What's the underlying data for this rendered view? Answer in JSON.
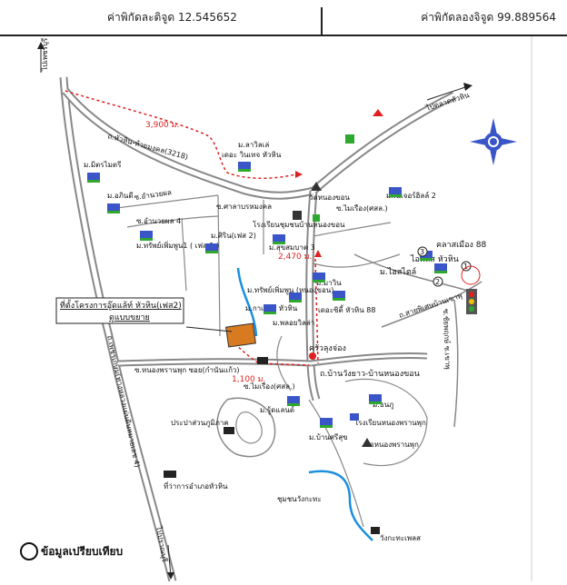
{
  "header": {
    "latitude": "ค่าพิกัดละติจูด 12.545652",
    "longitude": "ค่าพิกัดลองจิจูด 99.889564"
  },
  "map": {
    "labels": {
      "to_phetchaburi": "ไปเพชรบุรี",
      "to_hua_hin_beach": "ไปตลาดหัวหิน",
      "to_pran_buri": "ไปปราณบุรี",
      "dist_3900": "3,900 ม.",
      "dist_2470": "2,470 ม.",
      "dist_1100": "1,100 ม.",
      "road_huahin_huaymongkol": "ถ.หัวหิน-ห้วยมงคล(3218)",
      "road_phetkasem": "ถ.เพชรเกษม(ทางหลวงแผ่นดินหมายเลข 4)",
      "m_mitmaitri": "ม.มิตรไมตรี",
      "m_arkhindi": "ม.อภินดี",
      "soi_amnuayphon": "ซ.อำนวยผล",
      "soi_amnuayphon4": "ซ.อำนวยผล 4",
      "m_thabpheephunsook1": "ม.ทรัพย์เพิ่มพูน1 ( เฟส 1 )",
      "m_laviale": "ม.ลาวิลเล่",
      "m_dehav_vintage": "เดอะ วินเทจ หัวหิน",
      "soi_salabrommamongkol": "ซ.ศาลาบรหมงคล",
      "school_ban_nong_khon": "โรงเรียนชุมชนบ้านหนองขอน",
      "m_sirin_fase2": "ม.ศิริน(เฟส 2)",
      "m_sukamabat3": "ม.สุขสมบาต 3",
      "wat_nong_khon": "วัดหนองขอน",
      "soi_mai_rueang": "ซ.ไมเรือง(ศสล.)",
      "m_nepcherdhills2": "ม.เนเจอร์ฮิลล์ 2",
      "m_thabpheephunsook_nong_khon": "ม.ทรัพย์เพิ่มพูน (หนองขอน)",
      "m_kasasah": "ม.กาเฮ้าส์ หัวหิน",
      "m_pool_villa": "ม.พลอยวิลล่า",
      "m_mawin": "ม.มาวิน",
      "decity_huahin88": "เดอะซิตี้ หัวหิน 88",
      "m_class_huahin88": "คลาสเมือง 88",
      "m_ailas": "ไอพลัส หัวหิน",
      "m_hi_style": "ม.ไฮสไตล์",
      "project_label": "ที่ตั้งโครงการอู๊ดแล้ท์ หัวหิน(เฟส2)",
      "project_sub": "ดูแบบขยาย",
      "road_ban_wangyao": "ถ.บ้านวังยาว-บ้านหนองขอน",
      "soi_nong_phran_phuk": "ซ.หนองพรานพุก ซอย(กำนันแก้ว)",
      "soi_mai_rueang2": "ซ.ไมเรือง(ศสล.)",
      "khrua_lung_jong": "ครัวลุงจ่อง",
      "m_ratanaphu": "ม.ธนภู",
      "m_ruthland": "ม.รู้ดแลนด์",
      "reservoir": "ประปาส่วนภูมิภาค",
      "school_nong_phran_phuk": "โรงเรียนหนองพรานพุก",
      "m_ban_sriisuk": "ม.บ้านศรีสุข",
      "wat_nong_phran_phuk": "วัดหนองพรานพุก",
      "district_office": "ที่ว่าการอำเภอหัวหิน",
      "community_wang_kathe": "ชุมชนวังกะทะ",
      "wang_kathe_pels": "วังกะทะเพลส",
      "soi_ban_khao_klang": "ถ.สายพิเศษบ้านเขาพุ",
      "soi_khon_chu": "ซ.ชัยพฤกษ์ ซ.เขาพุ"
    },
    "markers": [
      "1",
      "2",
      "3"
    ],
    "compass_icon": "compass-rose-icon",
    "colors": {
      "route": "#e02020",
      "water": "#1a8fe0",
      "road": "#888888",
      "signal_red": "#e02020",
      "signal_yellow": "#f2c200",
      "signal_green": "#2fa82f"
    }
  },
  "legend": {
    "text": "ข้อมูลเปรียบเทียบ"
  }
}
